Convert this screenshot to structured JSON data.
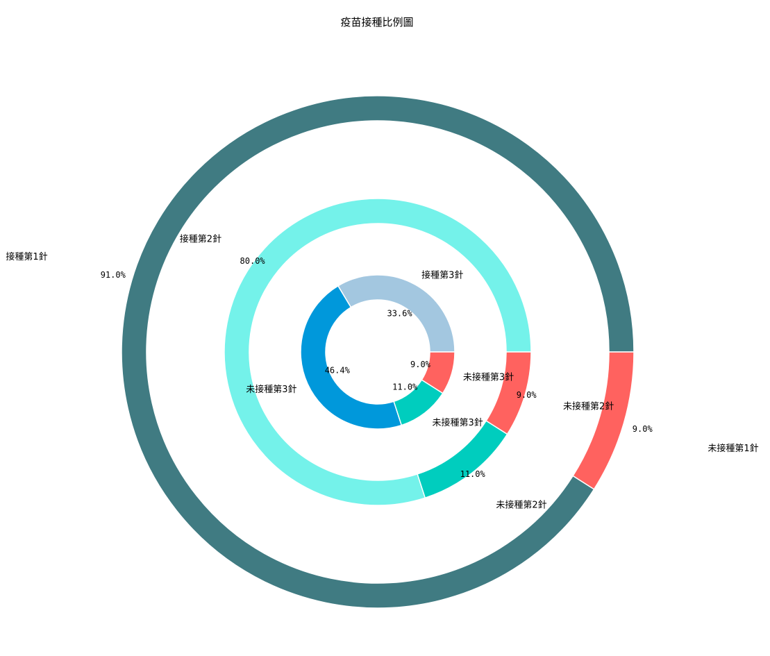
{
  "chart_data": {
    "type": "pie",
    "subtype": "nested-donut",
    "title": "疫苗接種比例圖",
    "start_angle_deg": 0,
    "direction": "counterclockwise",
    "rings": [
      {
        "ring": "outer",
        "slices": [
          {
            "label": "接種第1針",
            "value": 91.0,
            "pct_text": "91.0%",
            "color": "#407b82"
          },
          {
            "label": "未接種第1針",
            "value": 9.0,
            "pct_text": "9.0%",
            "color": "#ff625f"
          }
        ]
      },
      {
        "ring": "middle",
        "slices": [
          {
            "label": "接種第2針",
            "value": 80.0,
            "pct_text": "80.0%",
            "color": "#74f2ea"
          },
          {
            "label": "未接種第2針",
            "value": 11.0,
            "pct_text": "11.0%",
            "color": "#00cdbe"
          },
          {
            "label": "未接種第2針",
            "value": 9.0,
            "pct_text": "9.0%",
            "color": "#ff625f"
          }
        ]
      },
      {
        "ring": "inner",
        "slices": [
          {
            "label": "接種第3針",
            "value": 33.6,
            "pct_text": "33.6%",
            "color": "#a3c7e0"
          },
          {
            "label": "未接種第3針",
            "value": 46.4,
            "pct_text": "46.4%",
            "color": "#0098db"
          },
          {
            "label": "未接種第3針",
            "value": 11.0,
            "pct_text": "11.0%",
            "color": "#00cdbe"
          },
          {
            "label": "未接種第3針",
            "value": 9.0,
            "pct_text": "9.0%",
            "color": "#ff625f"
          }
        ]
      }
    ]
  }
}
